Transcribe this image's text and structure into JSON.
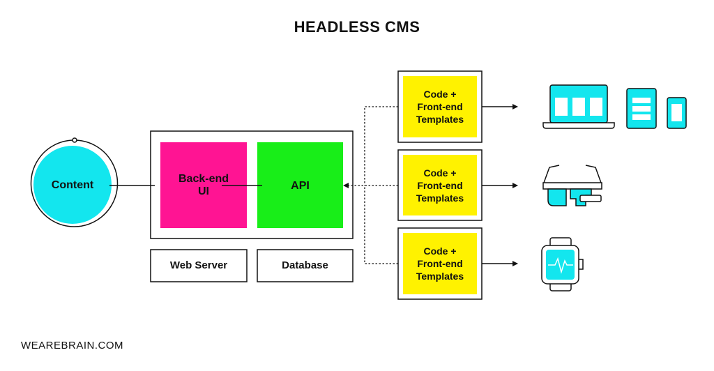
{
  "title": "HEADLESS CMS",
  "footer": "WEAREBRAIN.COM",
  "content_label": "Content",
  "backend_label": "Back-end\nUI",
  "api_label": "API",
  "webserver_label": "Web Server",
  "database_label": "Database",
  "templates": [
    {
      "label": "Code +\nFront-end\nTemplates"
    },
    {
      "label": "Code +\nFront-end\nTemplates"
    },
    {
      "label": "Code +\nFront-end\nTemplates"
    }
  ],
  "devices": [
    "laptop-icon",
    "tablet-icon",
    "phone-icon",
    "smart-glasses-icon",
    "smartwatch-icon"
  ],
  "colors": {
    "content": "#13E6EE",
    "backend": "#FF1493",
    "api": "#18EE18",
    "templates": "#FFF200",
    "device": "#13E6EE",
    "stroke": "#111111"
  }
}
